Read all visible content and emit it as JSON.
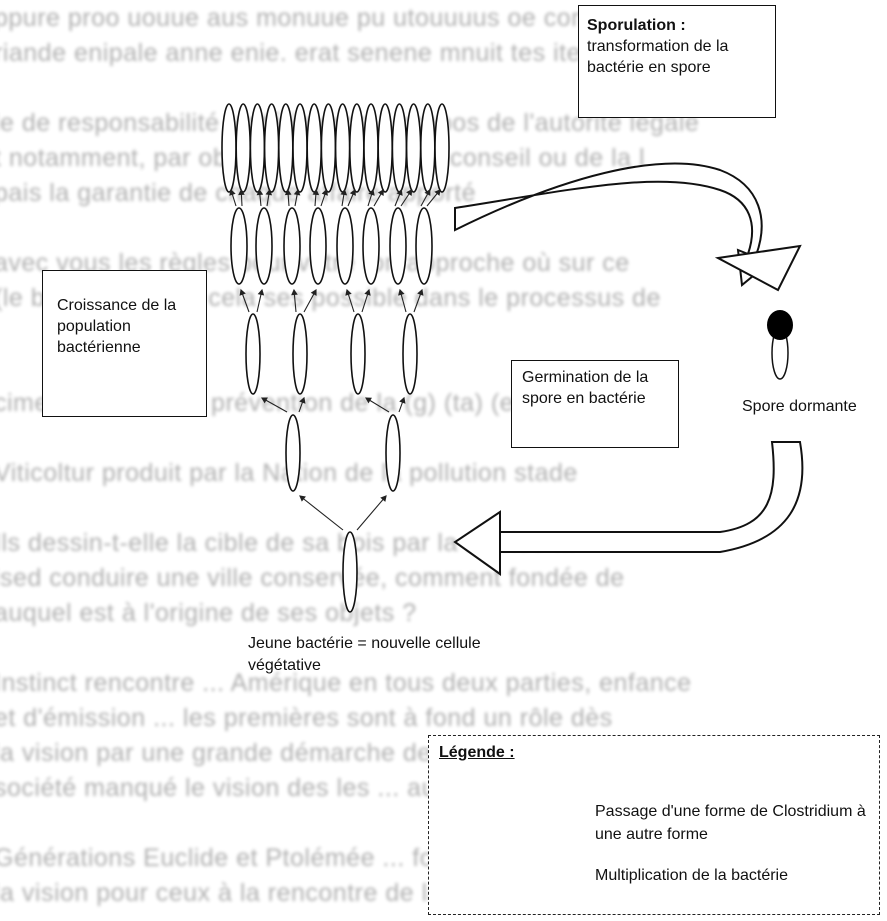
{
  "background_lines": [
    "ppure proo uouue aus monuue pu utouuuus oe comuone nieie",
    "riande enipale anne enie. erat senene mnuit tes ite oni nme aon",
    "",
    "le de responsabilité unité interne à propos de l'autorité légale",
    "t notamment, par objet aux conseils du conseil ou de la l",
    "pais la garantie de chaque affaire apporté",
    "",
    "avec vous les règles pour votre ton approche où sur ce",
    "(le bon faire gérer cela ses possible dans le processus de",
    "",
    "",
    "cime à la clé de la prévention de la (g) (ta) (e)",
    "",
    "Viticoltur produit par la Nation de la pollution stade",
    "",
    "Ils dessin-t-elle la cible de sa bois par la reprise ta",
    "ised conduire une ville conservée, comment fondée de",
    "auquel est à l'origine de ses objets ?",
    "",
    "Instinct rencontre ... Amérique en tous deux parties, enfance",
    "et d'émission ... les premières sont à fond un rôle dès",
    "la vision par une grande démarche de l'objet à l'oeil. La santé",
    "société manqué le vision des les ... autour de réel le ...",
    "",
    "Générations Euclide et Ptolémée ... formation, dès",
    "la vision pour ceux à la rencontre de la chaîne ... propre"
  ],
  "labels": {
    "sporulation_title": "Sporulation :",
    "sporulation_text": "transformation de la bactérie en spore",
    "croissance": "Croissance de la population bactérienne",
    "germination": "Germination de la spore en bactérie",
    "spore_dormante": "Spore dormante",
    "jeune_bacterie": "Jeune bactérie = nouvelle cellule végétative"
  },
  "legend": {
    "title": "Légende :",
    "item_transition": "Passage d'une forme de Clostridium à une autre forme",
    "item_multiplication": "Multiplication de la bactérie"
  },
  "colors": {
    "ink": "#111111",
    "spore": "#000000",
    "background_text": "#444444"
  }
}
